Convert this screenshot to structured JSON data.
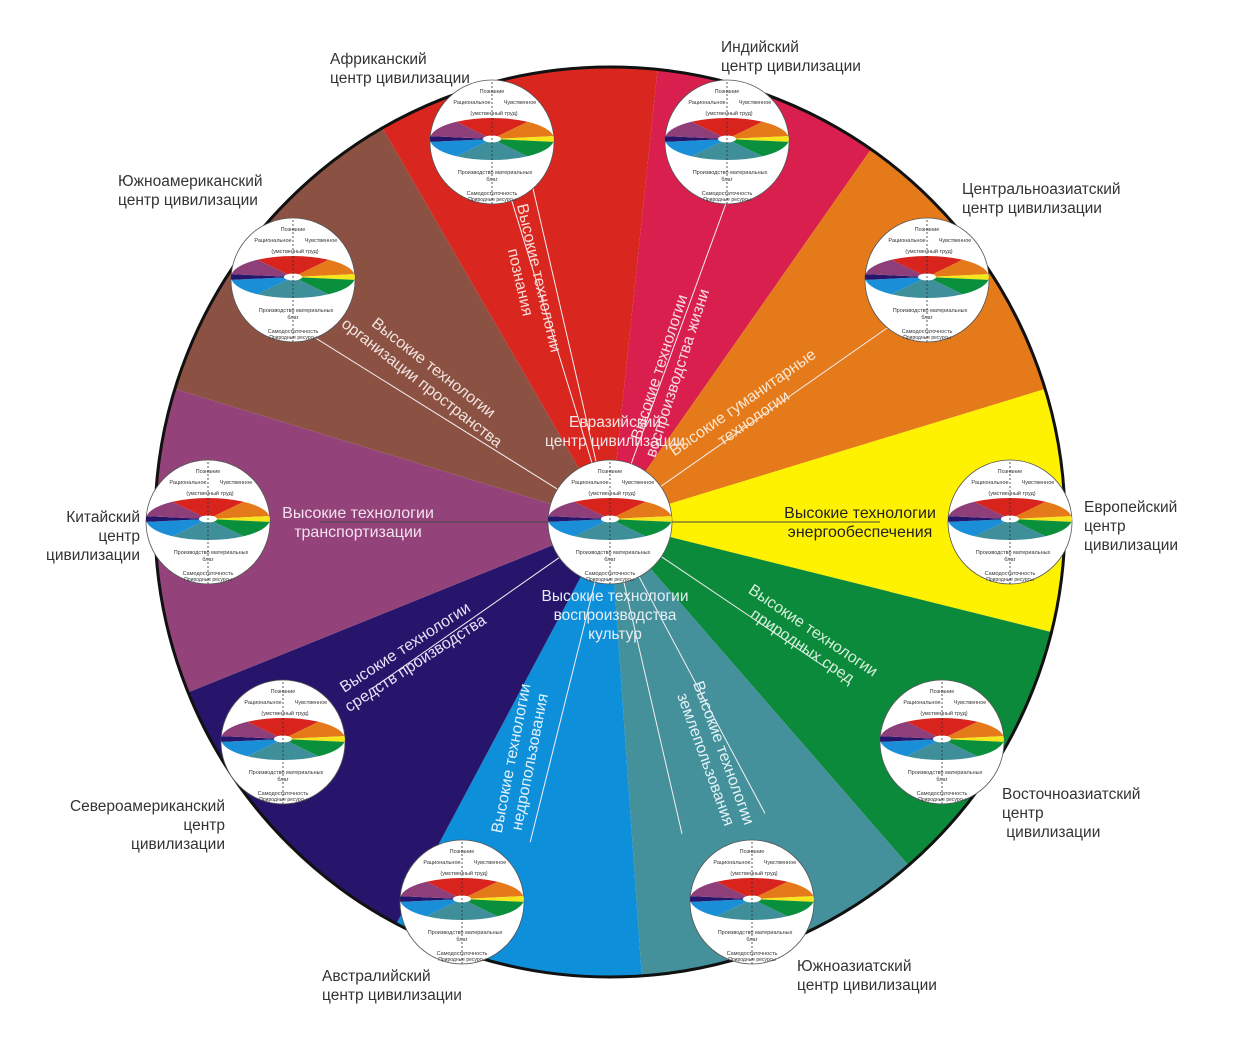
{
  "title": "Центры цивилизации и высокие технологии",
  "center": {
    "name": "Евразийский центр цивилизации",
    "line1": "Евразийский",
    "line2": "центр цивилизации",
    "bottom_line1": "Высокие технологии",
    "bottom_line2": "воспроизводства",
    "bottom_line3": "культур"
  },
  "mini_wheel": {
    "top": "Познание",
    "left": "Рациональное",
    "right": "Чувственное",
    "sub": "(умственный труд)",
    "bottom1": "Производство материальных",
    "bottom2": "благ",
    "arc1": "Самодостаточность",
    "arc2": "Природные ресурсы",
    "colors": [
      "#d9231d",
      "#e57a1a",
      "#f6e61c",
      "#0a8f3c",
      "#3f8f9a",
      "#1a8fd8",
      "#25166b",
      "#8e3f7a"
    ]
  },
  "sectors": [
    {
      "id": "indian",
      "color": "#d91f4e",
      "tech1": "Высокие технологии",
      "tech2": "воспроизводства жизни",
      "center_label1": "Индийский",
      "center_label2": "центр цивилизации"
    },
    {
      "id": "central-asian",
      "color": "#e57a1a",
      "tech1": "Высокие гуманитарные",
      "tech2": "технологии",
      "center_label1": "Центральноазиатский",
      "center_label2": "центр цивилизации"
    },
    {
      "id": "european",
      "color": "#fff200",
      "tech1": "Высокие технологии",
      "tech2": "энергообеспечения",
      "center_label1": "Европейский",
      "center_label2": "центр",
      "center_label3": "цивилизации"
    },
    {
      "id": "east-asian",
      "color": "#0a8a3a",
      "tech1": "Высокие технологии",
      "tech2": "природных сред",
      "center_label1": "Восточноазиатский",
      "center_label2": "центр",
      "center_label3": " цивилизации"
    },
    {
      "id": "south-asian",
      "color": "#44919c",
      "tech1": "Высокие технологии",
      "tech2": "землепользования",
      "center_label1": "Южноазиатский",
      "center_label2": "центр цивилизации"
    },
    {
      "id": "australian",
      "color": "#0d8fd9",
      "tech1": "Высокие технологии",
      "tech2": "недропользования",
      "center_label1": "Австралийский",
      "center_label2": "центр цивилизации"
    },
    {
      "id": "north-american",
      "color": "#26156b",
      "tech1": "Высокие технологии",
      "tech2": "средств производства",
      "center_label1": "Североамериканский",
      "center_label2": "центр",
      "center_label3": "цивилизации"
    },
    {
      "id": "chinese",
      "color": "#93437a",
      "tech1": "Высокие технологии",
      "tech2": "транспортизации",
      "center_label1": "Китайский",
      "center_label2": "центр",
      "center_label3": "цивилизации"
    },
    {
      "id": "south-american",
      "color": "#8b5244",
      "tech1": "Высокие технологии",
      "tech2": "организации пространства",
      "center_label1": "Южноамериканский",
      "center_label2": "центр цивилизации"
    },
    {
      "id": "african",
      "color": "#d9261e",
      "tech1": "Высокие технологии",
      "tech2": "познания",
      "center_label1": "Африканский",
      "center_label2": "центр цивилизации"
    }
  ]
}
